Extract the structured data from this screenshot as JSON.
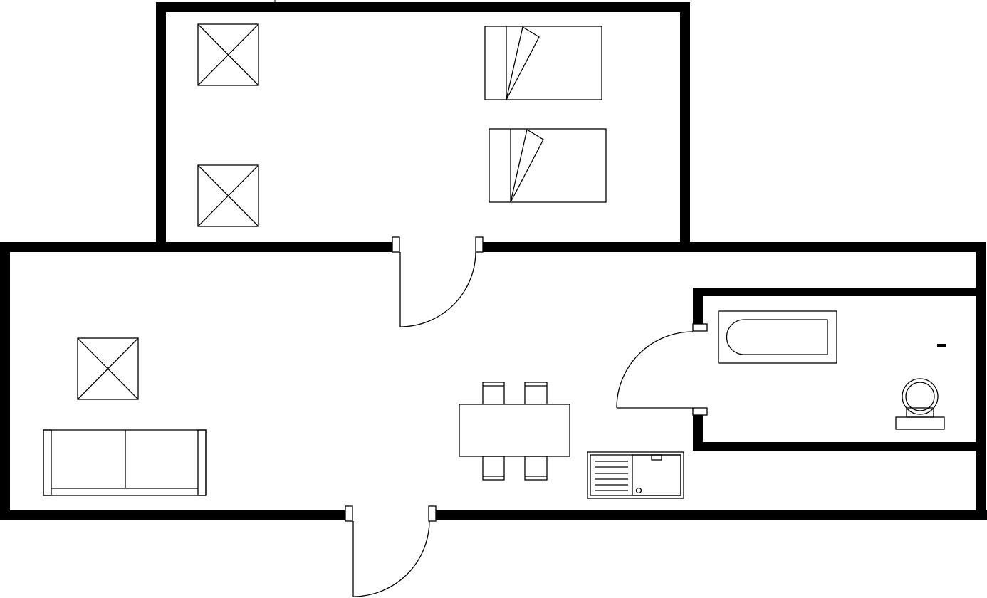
{
  "plan": {
    "wall_color": "#000000",
    "background_color": "#ffffff",
    "rooms": [
      "bedroom",
      "living-room",
      "bathroom"
    ],
    "furniture": {
      "bedroom": [
        "window-unit",
        "window-unit",
        "single-bed",
        "single-bed"
      ],
      "living_room": [
        "window-unit",
        "sofa",
        "dining-table",
        "chair",
        "chair",
        "chair",
        "chair",
        "kitchen-sink"
      ],
      "bathroom": [
        "bathtub",
        "toilet",
        "towel-rail"
      ]
    },
    "doors": [
      "bedroom-door",
      "bathroom-door",
      "entrance-door"
    ]
  }
}
